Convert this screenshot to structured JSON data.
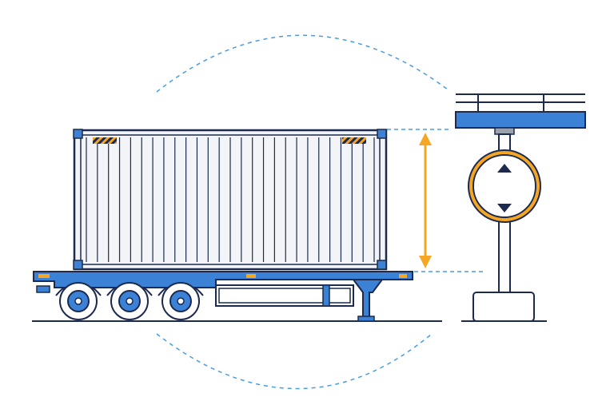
{
  "colors": {
    "background": "#ffffff",
    "outline": "#1b2a4e",
    "trailer_blue": "#3b82d6",
    "container_fill": "#f2f4f7",
    "accent_orange": "#f5a623",
    "guide_dash": "#4a9be0",
    "sign_arrow": "#1b2a4e",
    "cap_gray": "#9aa3ad"
  },
  "icons": {
    "height_arrow": "double-headed-vertical-arrow",
    "sign_up": "triangle-up-icon",
    "sign_down": "triangle-down-icon"
  },
  "elements": {
    "container": "shipping-container",
    "trailer": "flatbed-trailer",
    "wheels_count": 3,
    "container_ribs": 26,
    "sign": "clearance-sign",
    "bridge": "overpass-deck"
  }
}
